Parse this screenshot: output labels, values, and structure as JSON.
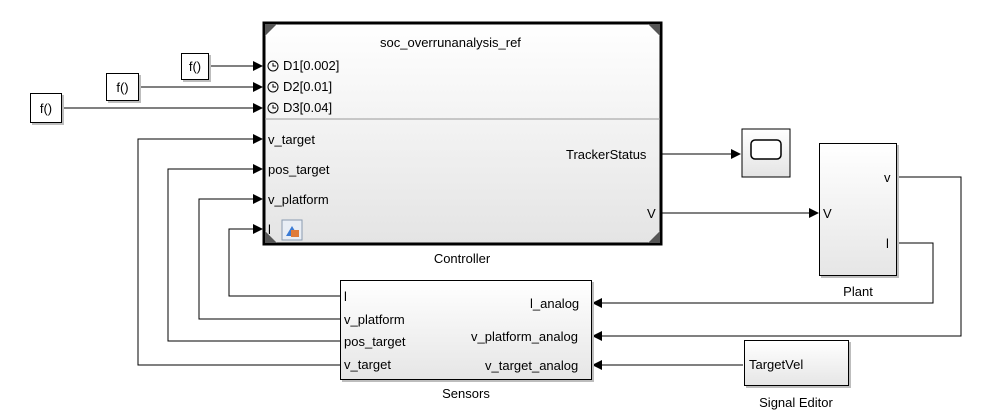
{
  "function_blocks": [
    "f()",
    "f()",
    "f()"
  ],
  "controller": {
    "title": "soc_overrunanalysis_ref",
    "caption": "Controller",
    "triggers": [
      "D1[0.002]",
      "D2[0.01]",
      "D3[0.04]"
    ],
    "inputs": [
      "v_target",
      "pos_target",
      "v_platform",
      "l"
    ],
    "outputs": [
      "TrackerStatus",
      "V"
    ]
  },
  "sensors": {
    "caption": "Sensors",
    "inputs": [
      "l",
      "v_platform",
      "pos_target",
      "v_target"
    ],
    "outputs": [
      "l_analog",
      "v_platform_analog",
      "v_target_analog"
    ]
  },
  "plant": {
    "caption": "Plant",
    "input": "V",
    "outputs": [
      "v",
      "l"
    ]
  },
  "signal_editor": {
    "caption": "Signal Editor",
    "text": "TargetVel"
  },
  "colors": {
    "line": "#000000",
    "block_border": "#000000",
    "shadow": "#bdbdbd"
  }
}
